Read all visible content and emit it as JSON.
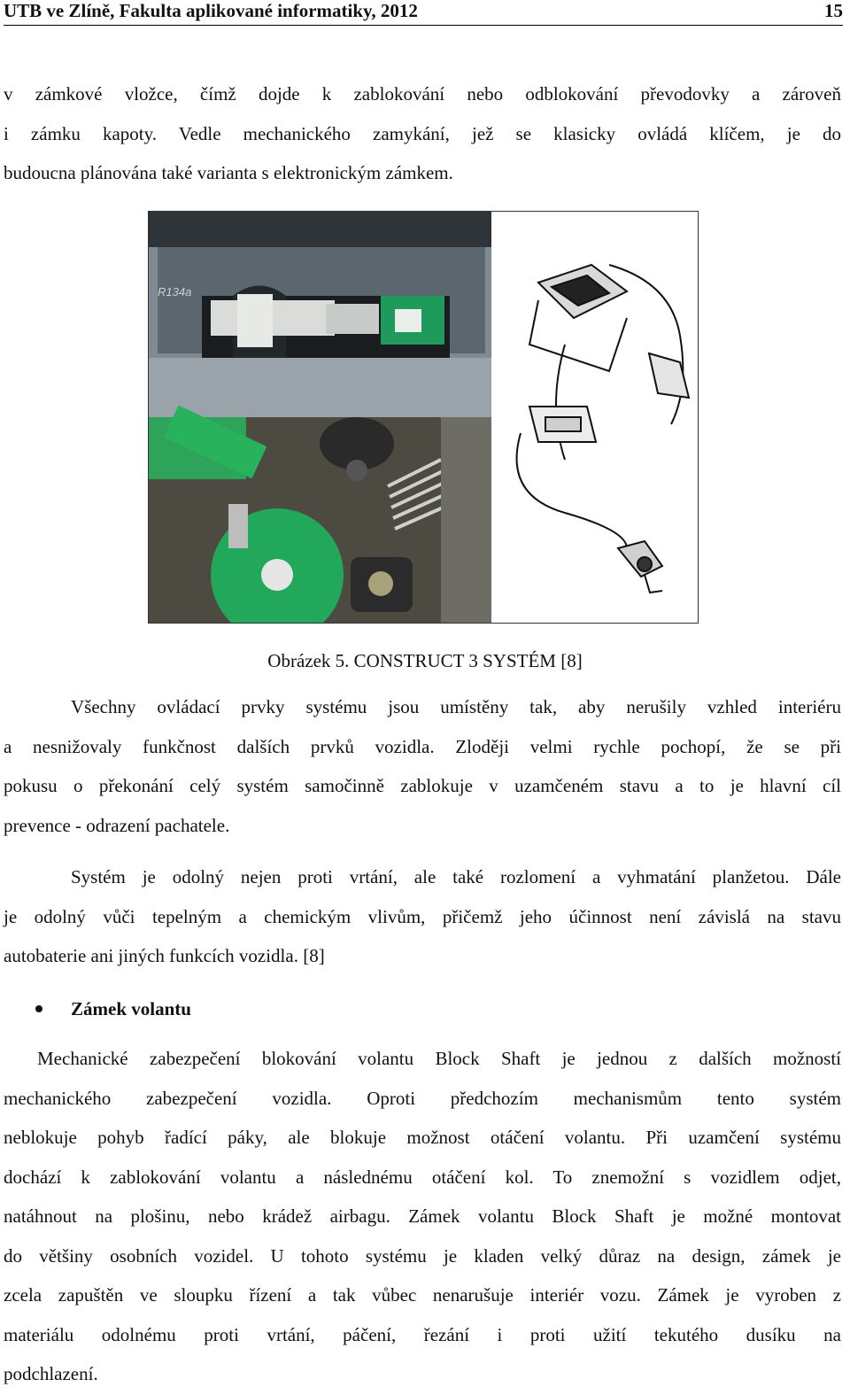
{
  "header": {
    "left": "UTB ve Zlíně, Fakulta aplikované informatiky, 2012",
    "page_number": "15"
  },
  "para1": [
    "v zámkové vložce, čímž dojde k zablokování nebo odblokování převodovky a zároveň",
    "i zámku kapoty. Vedle mechanického zamykání, jež se klasicky ovládá klíčem, je do",
    "budoucna plánována také varianta s elektronickým zámkem."
  ],
  "figure": {
    "caption": "Obrázek 5. CONSTRUCT 3 SYSTÉM [8]",
    "photo_label": "R134a"
  },
  "para2": [
    "Všechny ovládací prvky systému jsou umístěny tak, aby nerušily vzhled interiéru",
    "a nesnižovaly funkčnost dalších prvků vozidla. Zloději velmi rychle pochopí, že se při",
    "pokusu o překonání celý systém samočinně zablokuje v uzamčeném stavu a to je hlavní cíl",
    "prevence  - odrazení pachatele."
  ],
  "para3": [
    "Systém je odolný nejen proti vrtání, ale také rozlomení a vyhmatání planžetou. Dále",
    "je odolný vůči tepelným a chemickým vlivům, přičemž jeho účinnost není závislá na stavu",
    "autobaterie ani jiných funkcích vozidla. [8]"
  ],
  "bullet": "Zámek volantu",
  "para4": [
    "Mechanické zabezpečení blokování volantu Block Shaft je jednou z dalších možností",
    "mechanického zabezpečení vozidla. Oproti předchozím mechanismům tento systém",
    "neblokuje pohyb řadící páky, ale blokuje možnost otáčení volantu. Při uzamčení systému",
    "dochází k zablokování volantu a následnému otáčení kol. To znemožní s vozidlem odjet,",
    "natáhnout na plošinu, nebo krádež airbagu. Zámek volantu Block Shaft je možné montovat",
    "do většiny osobních vozidel. U tohoto systému je kladen velký důraz na design, zámek je",
    "zcela zapuštěn ve sloupku řízení a tak vůbec nenarušuje interiér vozu. Zámek je vyroben z",
    "materiálu odolnému proti vrtání, páčení, řezání i proti užití tekutého dusíku na",
    "podchlazení."
  ]
}
